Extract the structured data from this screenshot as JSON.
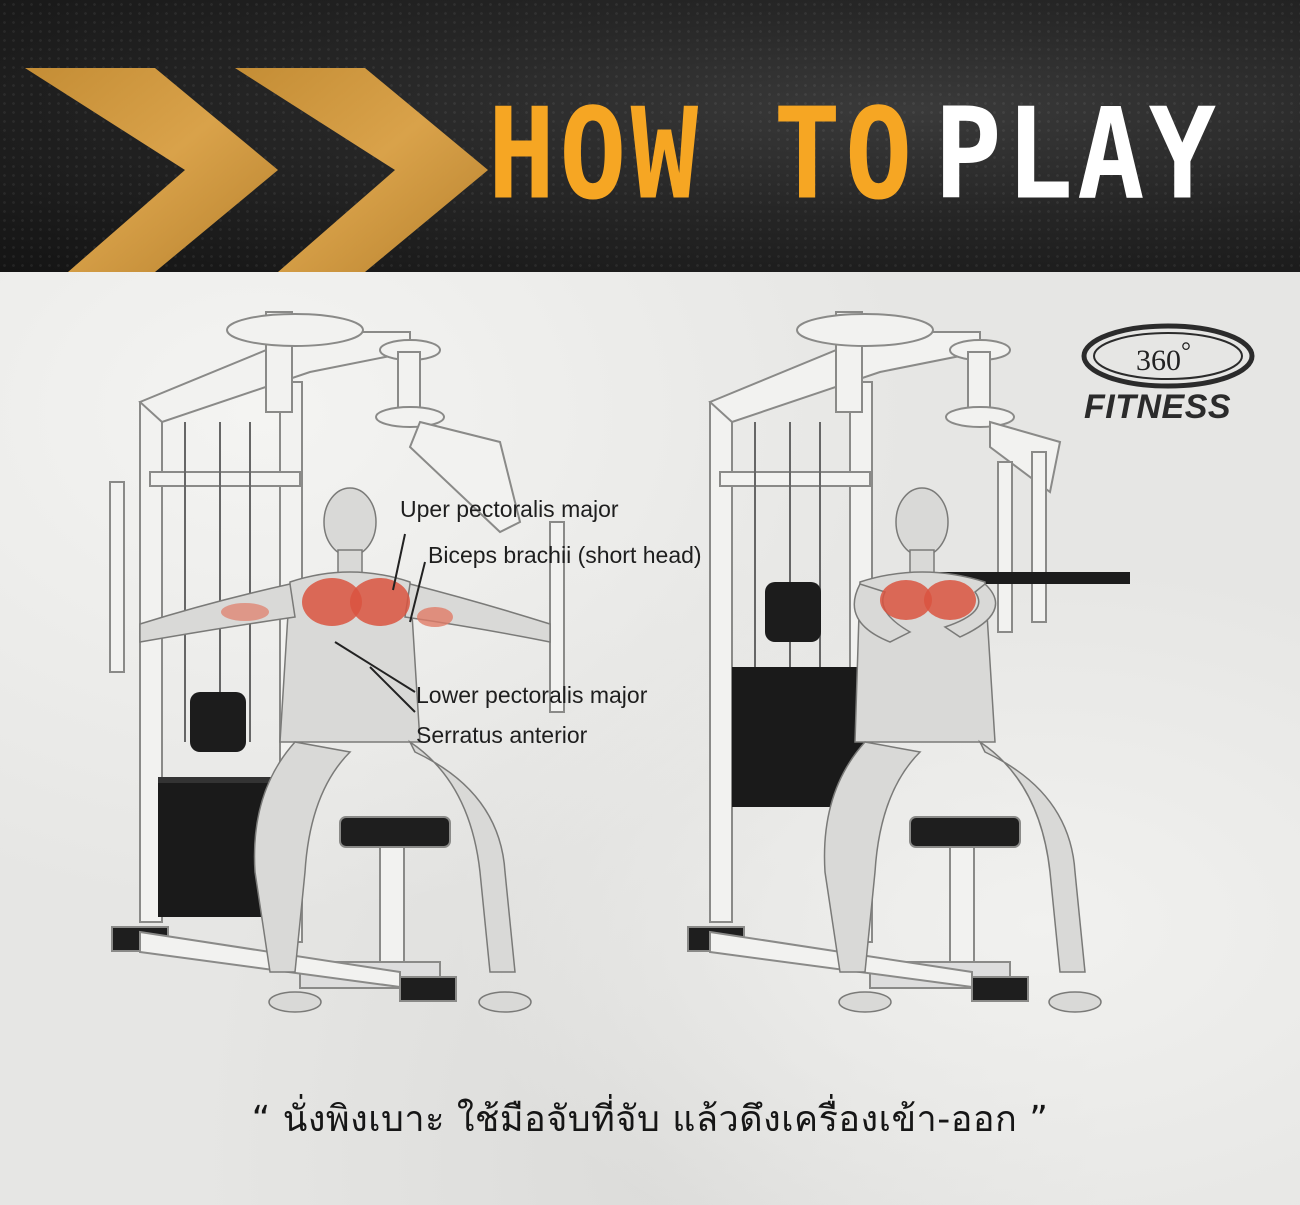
{
  "header": {
    "title_part1": "HOW TO",
    "title_part2": "PLAY",
    "accent_color": "#f6a623"
  },
  "logo": {
    "number": "360",
    "degree": "°",
    "word": "FITNESS"
  },
  "annotations": [
    "Uper pectoralis major",
    "Biceps brachii (short head)",
    "Lower pectoralis major",
    "Serratus anterior"
  ],
  "caption": "“ นั่งพิงเบาะ ใช้มือจับที่จับ แล้วดึงเครื่องเข้า-ออก ”",
  "icons": [
    "chevron-right-icon",
    "chevron-right-icon"
  ]
}
